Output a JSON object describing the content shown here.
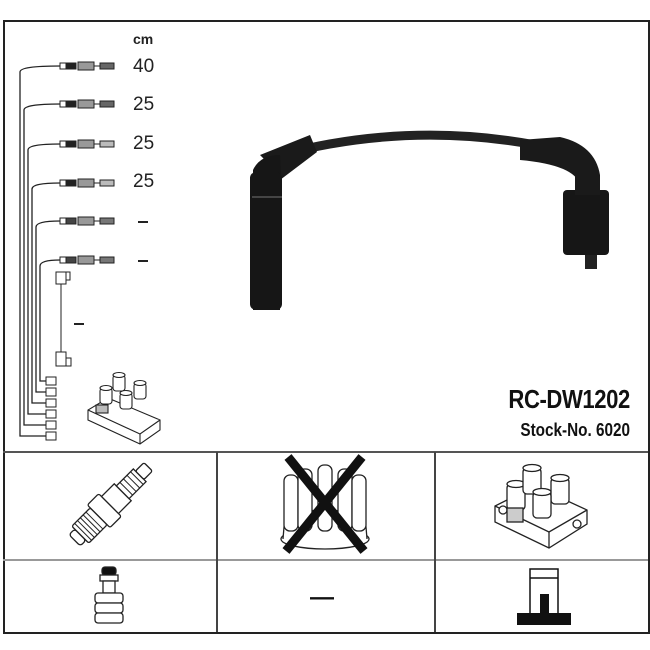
{
  "product": {
    "part_number": "RC-DW1202",
    "stock_label": "Stock-No. 6020"
  },
  "cable_set": {
    "unit": "cm",
    "leads": [
      {
        "index": 1,
        "length": "40"
      },
      {
        "index": 2,
        "length": "25"
      },
      {
        "index": 3,
        "length": "25"
      },
      {
        "index": 4,
        "length": "25"
      },
      {
        "index": 5,
        "length": "–"
      },
      {
        "index": 6,
        "length": "–"
      },
      {
        "index": 7,
        "length": "–"
      }
    ]
  },
  "compatibility": {
    "row1": [
      {
        "item": "spark-plug",
        "status": "applicable"
      },
      {
        "item": "distributor-cap",
        "status": "not-applicable"
      },
      {
        "item": "ignition-coil",
        "status": "applicable"
      }
    ],
    "row2": [
      {
        "item": "spark-plug-terminal",
        "status": "applicable"
      },
      {
        "item": "distributor-terminal",
        "value": "—"
      },
      {
        "item": "coil-terminal",
        "status": "applicable"
      }
    ]
  },
  "colors": {
    "frame": "#222222",
    "cable": "#1a1a1a",
    "background": "#ffffff"
  }
}
